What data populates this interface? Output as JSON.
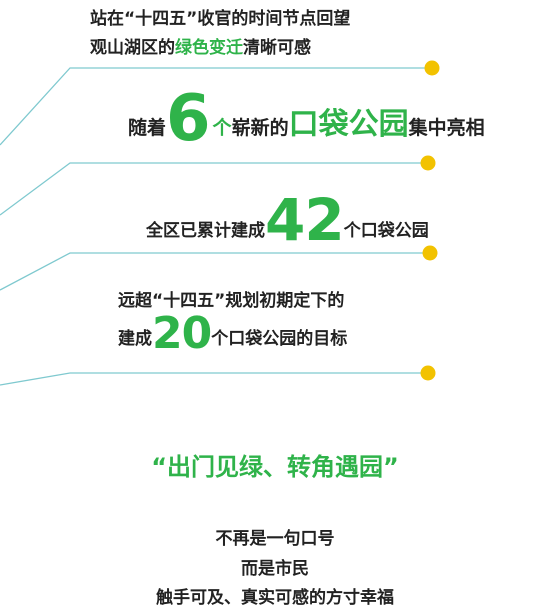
{
  "colors": {
    "accent_green": "#2fb34a",
    "dot_yellow": "#f2c200",
    "line_teal": "#7fc9cf",
    "text_dark": "#222222"
  },
  "block1": {
    "line1": "站在“十四五”收官的时间节点回望",
    "line2_pre": "观山湖区的",
    "line2_highlight": "绿色变迁",
    "line2_post": "清晰可感"
  },
  "block2": {
    "pre": "随着",
    "number": "6",
    "mid1": "个",
    "mid2": "崭新的",
    "highlight": "口袋公园",
    "post": "集中亮相"
  },
  "block3": {
    "pre": "全区已累计建成",
    "number": "42",
    "post": "个口袋公园"
  },
  "block4": {
    "line1": "远超“十四五”规划初期定下的",
    "line2_pre": "建成",
    "number": "20",
    "line2_post": "个口袋公园的目标"
  },
  "slogan": "“出门见绿、转角遇园”",
  "closing": {
    "line1": "不再是一句口号",
    "line2": "而是市民",
    "line3": "触手可及、真实可感的方寸幸福"
  }
}
